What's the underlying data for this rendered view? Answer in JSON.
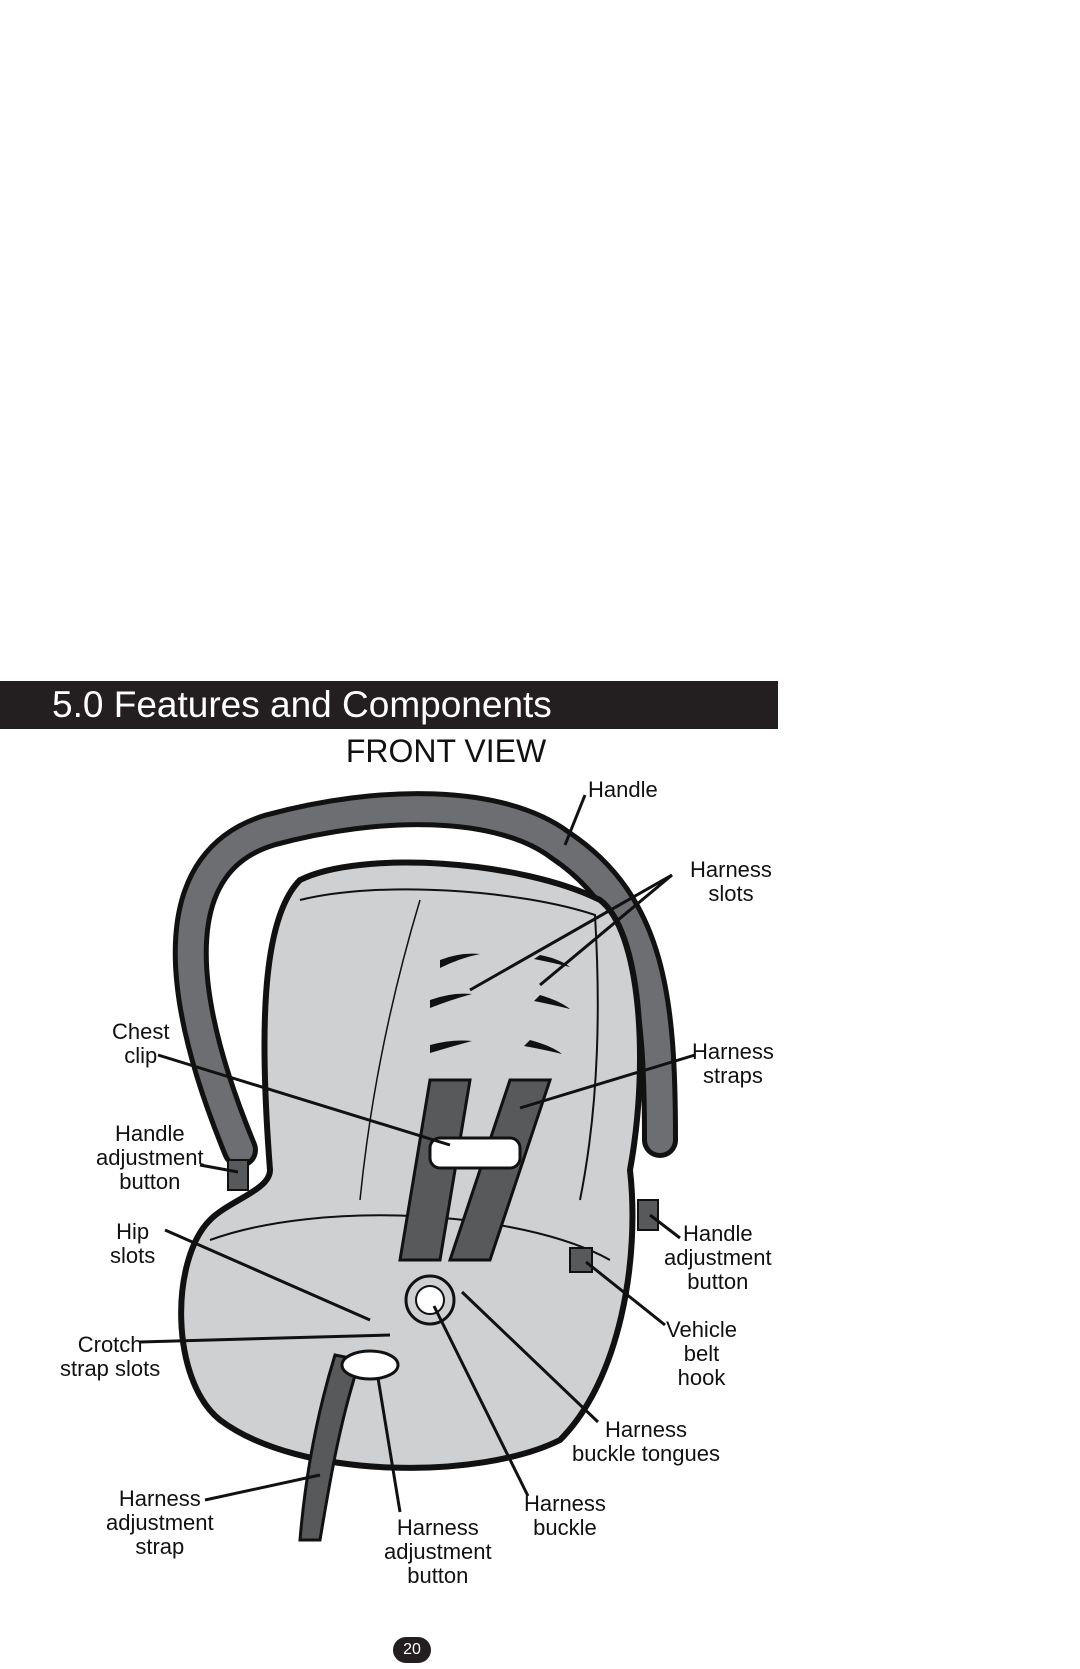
{
  "section": {
    "title": "5.0 Features and Components"
  },
  "view": {
    "title": "FRONT VIEW"
  },
  "labels": {
    "handle": "Handle",
    "harness_slots": "Harness\nslots",
    "harness_straps": "Harness\nstraps",
    "chest_clip": "Chest\nclip",
    "handle_adjustment_button_left": "Handle\nadjustment\nbutton",
    "hip_slots": "Hip\nslots",
    "crotch_strap_slots": "Crotch\nstrap slots",
    "harness_adjustment_strap": "Harness\nadjustment\nstrap",
    "harness_adjustment_button": "Harness\nadjustment\nbutton",
    "harness_buckle": "Harness\nbuckle",
    "harness_buckle_tongues": "Harness\nbuckle tongues",
    "vehicle_belt_hook": "Vehicle\nbelt\nhook",
    "handle_adjustment_button_right": "Handle\nadjustment\nbutton"
  },
  "footer": {
    "page_number": "20"
  },
  "colors": {
    "seat_fill": "#cfd0d2",
    "strap_fill": "#58595b",
    "outline": "#111111"
  }
}
